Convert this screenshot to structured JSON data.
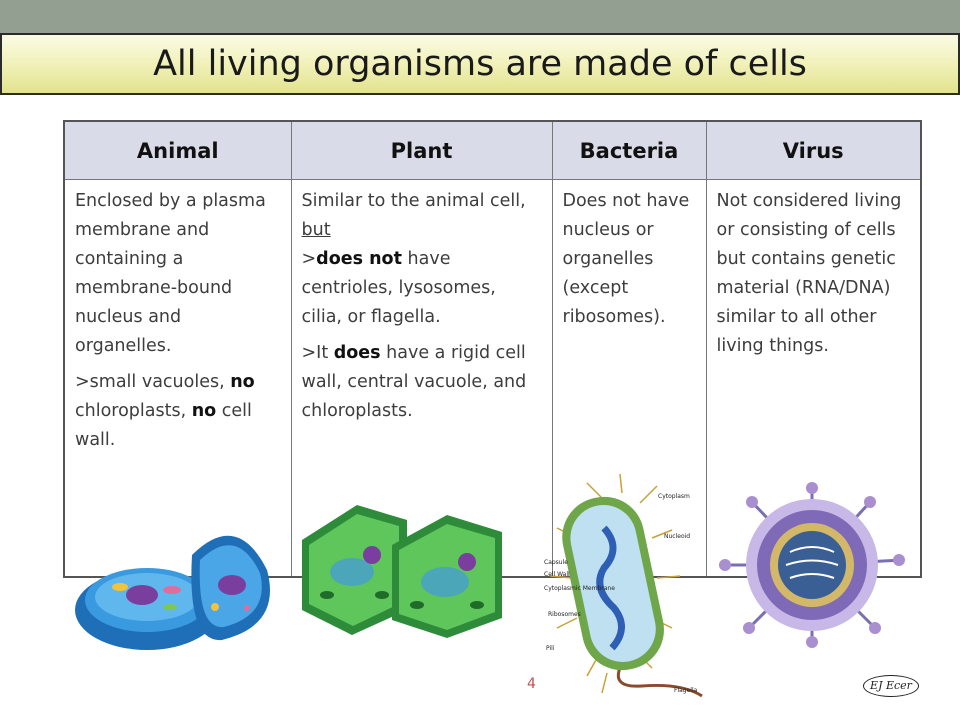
{
  "slide": {
    "title": "All living organisms are made of cells",
    "page_number": "4",
    "signature": "EJ Ecer"
  },
  "table": {
    "headers": [
      "Animal",
      "Plant",
      "Bacteria",
      "Virus"
    ],
    "animal": {
      "p1": "Enclosed by a plasma membrane and containing a membrane-bound nucleus and organelles.",
      "p2_a": ">small vacuoles, ",
      "p2_no1": "no",
      "p2_b": " chloroplasts, ",
      "p2_no2": "no",
      "p2_c": " cell wall."
    },
    "plant": {
      "p1_a": "Similar to the animal cell, ",
      "p1_but": "but",
      "p1_gt": ">",
      "p1_doesnot": "does not",
      "p1_b": " have centrioles, lysosomes, cilia, or flagella.",
      "p2_a": ">It ",
      "p2_does": "does",
      "p2_b": " have a rigid cell wall, central vacuole, and chloroplasts."
    },
    "bacteria": {
      "p1": "Does not have nucleus or organelles (except ribosomes)."
    },
    "virus": {
      "p1": "Not considered living or consisting of cells but contains genetic material (RNA/DNA) similar to all other living things."
    }
  },
  "bacteria_labels": [
    "Cytoplasm",
    "Nucleoid",
    "Capsule",
    "Cell Wall",
    "Cytoplasmic Membrane",
    "Ribosomes",
    "Pili",
    "Flagella"
  ],
  "colors": {
    "topbar": "#939f90",
    "title_gradient_light": "#fbfbe6",
    "title_gradient_dark": "#e3e38e",
    "header_fill": "#d9dbe8",
    "page_number": "#c0504d"
  }
}
